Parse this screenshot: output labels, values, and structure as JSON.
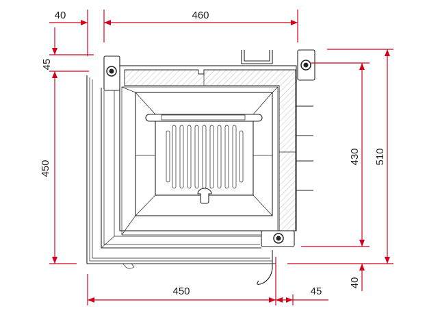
{
  "drawing": {
    "title": "Fireplace insert top-view dimension drawing",
    "units": "mm",
    "dim_color": "#d4001a",
    "dimensions": {
      "top_offset": "40",
      "top_width": "460",
      "left_offset": "45",
      "left_depth": "450",
      "right_inner": "430",
      "right_outer": "510",
      "bottom_width": "450",
      "bottom_offset": "45",
      "bottom_right_offset": "40"
    }
  }
}
